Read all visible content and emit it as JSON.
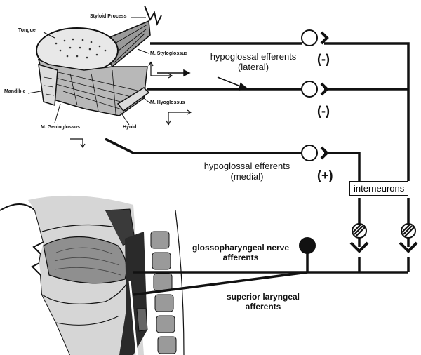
{
  "anatomy": {
    "styloid": "Styloid Process",
    "tongue": "Tongue",
    "styloglossus": "M. Styloglossus",
    "mandible": "Mandible",
    "hyoglossus": "M. Hyoglossus",
    "hyoid": "Hyoid",
    "genioglossus": "M. Genioglossus"
  },
  "circuit": {
    "hypo_lateral_line1": "hypoglossal efferents",
    "hypo_lateral_line2": "(lateral)",
    "sign_top": "(-)",
    "sign_mid": "(-)",
    "hypo_medial_line1": "hypoglossal efferents",
    "hypo_medial_line2": "(medial)",
    "sign_bottom": "(+)",
    "interneurons": "interneurons",
    "glosso_line1": "glossopharyngeal nerve",
    "glosso_line2": "afferents",
    "laryngeal_line1": "superior laryngeal",
    "laryngeal_line2": "afferents"
  },
  "colors": {
    "ink": "#111111",
    "paper": "#ffffff"
  }
}
